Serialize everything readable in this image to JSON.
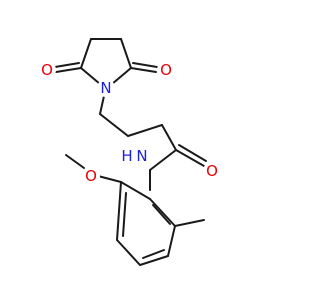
{
  "diagram": {
    "type": "molecule-structure",
    "colors": {
      "bond": "#1a1a1a",
      "oxygen": "#e8000b",
      "nitrogen": "#1e22d9",
      "background": "#ffffff"
    },
    "atoms": [
      {
        "id": "o_imide_left",
        "symbol": "O"
      },
      {
        "id": "o_imide_right",
        "symbol": "O"
      },
      {
        "id": "n_imide",
        "symbol": "N"
      },
      {
        "id": "o_amide",
        "symbol": "O"
      },
      {
        "id": "nh_amide",
        "symbol": "N",
        "suffix": "H"
      },
      {
        "id": "o_methoxy",
        "symbol": "O"
      }
    ]
  }
}
